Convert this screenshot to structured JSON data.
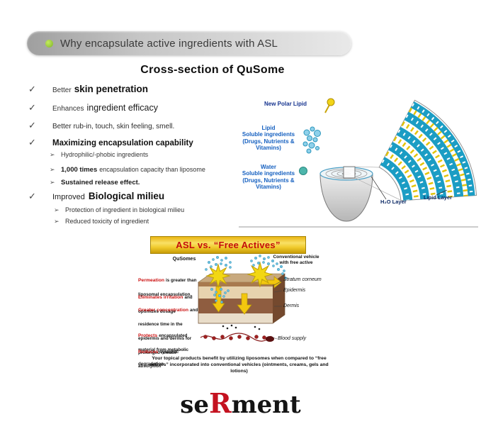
{
  "title_banner": {
    "title": "Why encapsulate active ingredients with ASL"
  },
  "section": {
    "title": "Cross-section of QuSome"
  },
  "checklist": {
    "check": "✓",
    "arrow": "➢",
    "item1": {
      "pre": "Better",
      "main": "skin penetration"
    },
    "item2": {
      "pre": "Enhances",
      "main": "ingredient efficacy"
    },
    "item3": {
      "text": "Better rub-in, touch, skin feeling, smell."
    },
    "item4": {
      "main": "Maximizing encapsulation capability"
    },
    "item4_subs": [
      {
        "bold": "",
        "text": "Hydrophilic/-phobic ingredients"
      },
      {
        "bold": "1,000 times",
        "text": "encapsulation capacity than liposome"
      },
      {
        "bold": "Sustained release effect.",
        "text": ""
      }
    ],
    "item5": {
      "pre": "Improved",
      "main": "Biological milieu"
    },
    "item5_subs": [
      {
        "bold": "",
        "text": "Protection of ingredient in biological milieu"
      },
      {
        "bold": "",
        "text": "Reduced toxicity of ingredient"
      }
    ]
  },
  "qusome_diagram": {
    "new_polar_lipid": "New Polar Lipid",
    "lipid_soluble": "Lipid\nSoluble ingredients\n(Drugs, Nutrients &\nVitamins)",
    "water_soluble": "Water\nSoluble ingredients\n(Drugs, Nutrients &\nVitamins)",
    "h2o_layer": "H₂O Layer",
    "lipid_layer": "Lipid Layer"
  },
  "vs_banner": {
    "title": "ASL vs. “Free Actives”"
  },
  "comparison": {
    "left_header": "QuSomes",
    "right_header": "Conventional vehicle\nwith free active",
    "label_stratum": "Stratum corneum",
    "label_epidermis": "Epidermis",
    "label_dermis": "Dermis",
    "label_blood": "Blood supply",
    "benefits": [
      {
        "red": "Permeation",
        "rest": "is greater than liposomal encapsulation."
      },
      {
        "red": "Eliminates irritation",
        "rest": "and optimizes dosage"
      },
      {
        "red": "Greater concentration",
        "rest": "and residence time in the epidermis and dermis for prolonged release"
      },
      {
        "red": "Protects",
        "rest": "encapsulated material from metabolic degradation"
      },
      {
        "red": "Reduces",
        "rest": "systemic absorption"
      }
    ],
    "caption": "Your topical products benefit by utilizing liposomes when compared to “free actives” incorporated into conventional vehicles (ointments, creams, gels and lotions)"
  },
  "logo": {
    "pre": "se",
    "accent": "R",
    "post": "ment"
  },
  "colors": {
    "bullet_green": "#8dc63f",
    "blue_label": "#1560c0",
    "red_accent": "#cc1111",
    "banner_yellow": "#f0c419",
    "qusome_blue": "#1b9dc4"
  }
}
